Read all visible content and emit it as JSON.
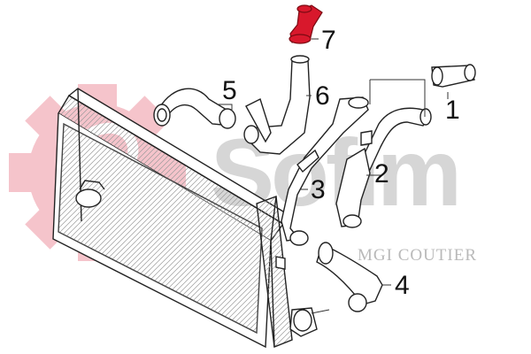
{
  "watermark": {
    "text": "Sofim",
    "brand": "MGI COUTIER",
    "gear_color": "#f5c4cb",
    "text_color": "#d6d6d6"
  },
  "highlight_color": "#d8182c",
  "callouts": [
    {
      "id": "1",
      "label": "1"
    },
    {
      "id": "2",
      "label": "2"
    },
    {
      "id": "3",
      "label": "3"
    },
    {
      "id": "4",
      "label": "4"
    },
    {
      "id": "5",
      "label": "5"
    },
    {
      "id": "6",
      "label": "6"
    },
    {
      "id": "7",
      "label": "7"
    }
  ]
}
